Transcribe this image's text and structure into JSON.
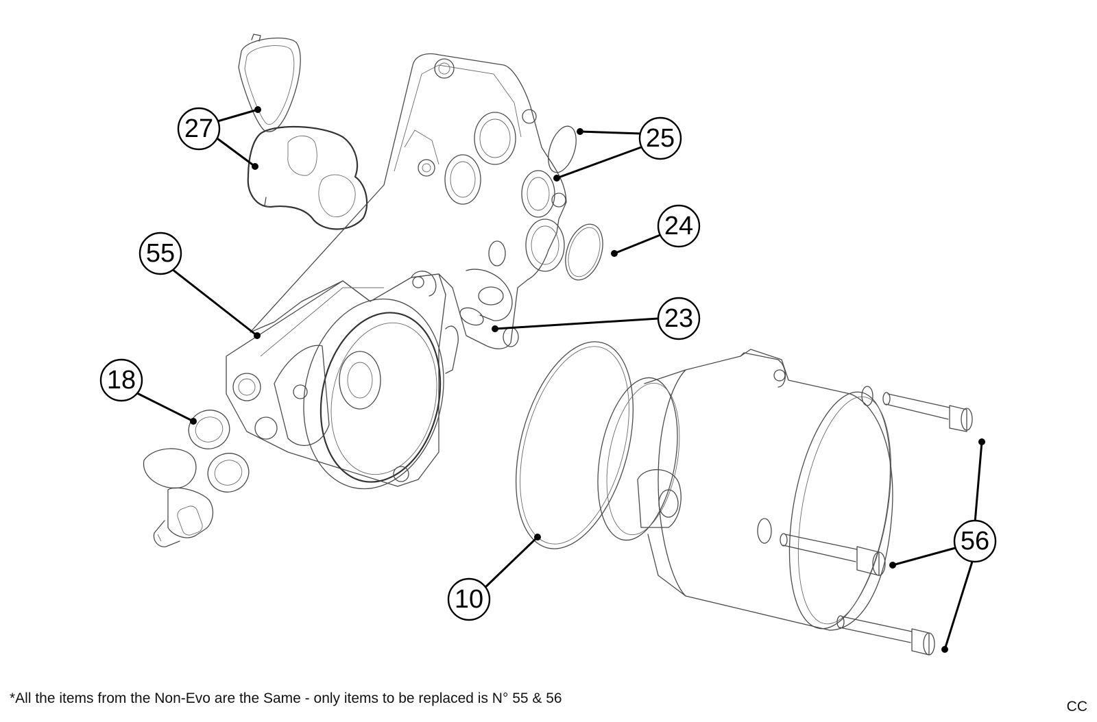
{
  "callouts": [
    {
      "id": "27",
      "label": "27"
    },
    {
      "id": "25",
      "label": "25"
    },
    {
      "id": "24",
      "label": "24"
    },
    {
      "id": "55",
      "label": "55"
    },
    {
      "id": "23",
      "label": "23"
    },
    {
      "id": "18",
      "label": "18"
    },
    {
      "id": "10",
      "label": "10"
    },
    {
      "id": "56",
      "label": "56"
    }
  ],
  "footnote": "*All the items from the Non-Evo are the Same - only items to be replaced is N° 55 & 56",
  "corner_mark": "CC"
}
